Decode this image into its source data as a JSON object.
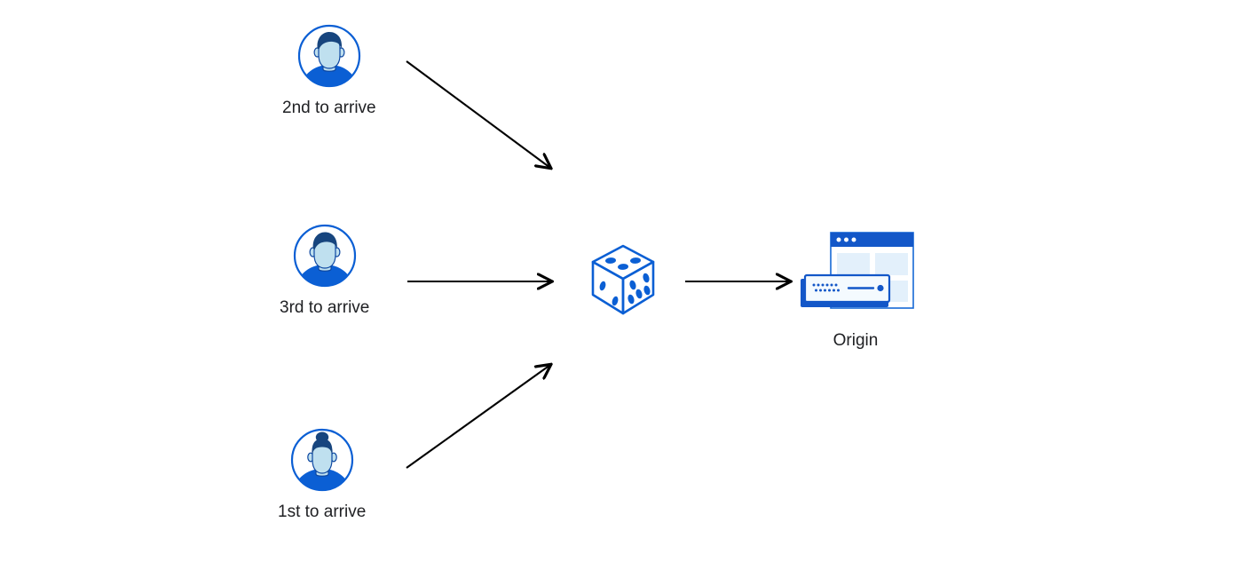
{
  "diagram": {
    "title": "Load balancing request arrival order to origin",
    "background_color": "#ffffff",
    "accent_blue": "#0b5fd4",
    "dark_blue": "#0d47a1",
    "light_blue": "#cfe5f5",
    "arrow_color": "#000000",
    "text_color": "#202124"
  },
  "nodes": [
    {
      "id": "user-2nd",
      "type": "avatar",
      "icon": "user-avatar-icon",
      "hair_style": "short",
      "label": "2nd to arrive"
    },
    {
      "id": "user-3rd",
      "type": "avatar",
      "icon": "user-avatar-icon",
      "hair_style": "short",
      "label": "3rd to arrive"
    },
    {
      "id": "user-1st",
      "type": "avatar",
      "icon": "user-avatar-icon",
      "hair_style": "bun",
      "label": "1st to arrive"
    },
    {
      "id": "dice",
      "type": "dice",
      "icon": "dice-cube-icon",
      "label": ""
    },
    {
      "id": "origin",
      "type": "origin",
      "icon": "origin-server-icon",
      "label": "Origin"
    }
  ],
  "connectors": [
    {
      "id": "arrow-2nd-to-dice",
      "from": "user-2nd",
      "to": "dice",
      "icon": "arrow-icon",
      "direction": "down-right"
    },
    {
      "id": "arrow-3rd-to-dice",
      "from": "user-3rd",
      "to": "dice",
      "icon": "arrow-icon",
      "direction": "right"
    },
    {
      "id": "arrow-1st-to-dice",
      "from": "user-1st",
      "to": "dice",
      "icon": "arrow-icon",
      "direction": "up-right"
    },
    {
      "id": "arrow-dice-to-origin",
      "from": "dice",
      "to": "origin",
      "icon": "arrow-icon",
      "direction": "right"
    }
  ]
}
